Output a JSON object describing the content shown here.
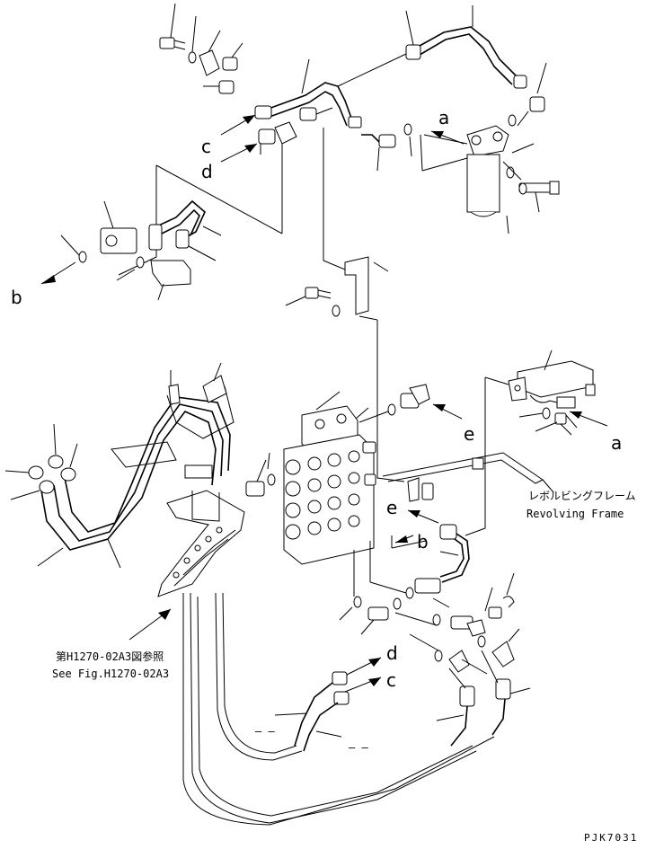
{
  "callouts": {
    "a_top": "a",
    "a_right": "a",
    "b_left": "b",
    "b_mid": "b",
    "c_top": "c",
    "c_bottom": "c",
    "d_top": "d",
    "d_bottom": "d",
    "e_upper": "e",
    "e_lower": "e"
  },
  "notes": {
    "revolving_frame_jp": "レボルビングフレーム",
    "revolving_frame_en": "Revolving Frame",
    "see_fig_jp": "第H1270-02A3図参照",
    "see_fig_en": "See Fig.H1270-02A3",
    "dash_1": "– –",
    "dash_2": "– –"
  },
  "drawing_code": "PJK7031"
}
